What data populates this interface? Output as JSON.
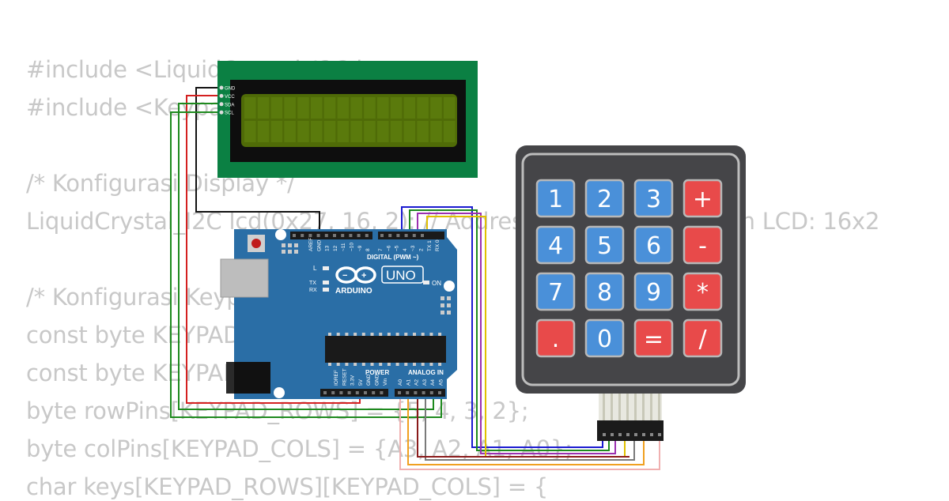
{
  "code_lines": [
    "#include <LiquidCrystal_I2C.h>",
    "#include <Keypad.h>",
    "",
    "/* Konfigurasi Display */",
    "LiquidCrystal_I2C lcd(0x27, 16, 2); // Address LCD: 0x27, Ukuran LCD: 16x2",
    "",
    "/* Konfigurasi Keypad */",
    "const byte KEYPAD_ROWS = 4;",
    "const byte KEYPAD_COLS = 4;",
    "byte rowPins[KEYPAD_ROWS] = {5, 4, 3, 2};",
    "byte colPins[KEYPAD_COLS] = {A3, A2, A1, A0};",
    "char keys[KEYPAD_ROWS][KEYPAD_COLS] = {"
  ],
  "lcd": {
    "pins": [
      "GND",
      "VCC",
      "SDA",
      "SCL"
    ]
  },
  "arduino": {
    "brand": "ARDUINO",
    "model": "UNO",
    "digital_label": "DIGITAL (PWM ~)",
    "power_label": "POWER",
    "analog_label": "ANALOG IN",
    "on_label": "ON",
    "led_l": "L",
    "led_tx": "TX",
    "led_rx": "RX",
    "digital_pins": [
      "AREF",
      "GND",
      "13",
      "12",
      "~11",
      "~10",
      "~9",
      "8",
      "7",
      "~6",
      "~5",
      "4",
      "~3",
      "2",
      "TX 1",
      "RX 0"
    ],
    "power_pins": [
      "IOREF",
      "RESET",
      "3.3V",
      "5V",
      "GND",
      "GND",
      "Vin"
    ],
    "analog_pins": [
      "A0",
      "A1",
      "A2",
      "A3",
      "A4",
      "A5"
    ]
  },
  "keypad": {
    "keys": [
      [
        "1",
        "2",
        "3",
        "+"
      ],
      [
        "4",
        "5",
        "6",
        "-"
      ],
      [
        "7",
        "8",
        "9",
        "*"
      ],
      [
        ".",
        "0",
        "=",
        "/"
      ]
    ],
    "colors": {
      "number": "#4a90d9",
      "operator": "#e84a4a"
    }
  },
  "colors": {
    "pcb": "#2a6ea6",
    "lcd_board": "#0b8043",
    "lcd_screen": "#4f6b07",
    "keypad_body": "#454548",
    "wire_black": "#111111",
    "wire_red": "#d42020",
    "wire_green": "#1e8a1e",
    "wire_blue": "#1a1ad0",
    "wire_purple": "#9b30b0",
    "wire_grey": "#7a7a7a",
    "wire_yellow": "#e0c000",
    "wire_orange": "#f0a020",
    "wire_pink": "#f0b0b0"
  }
}
